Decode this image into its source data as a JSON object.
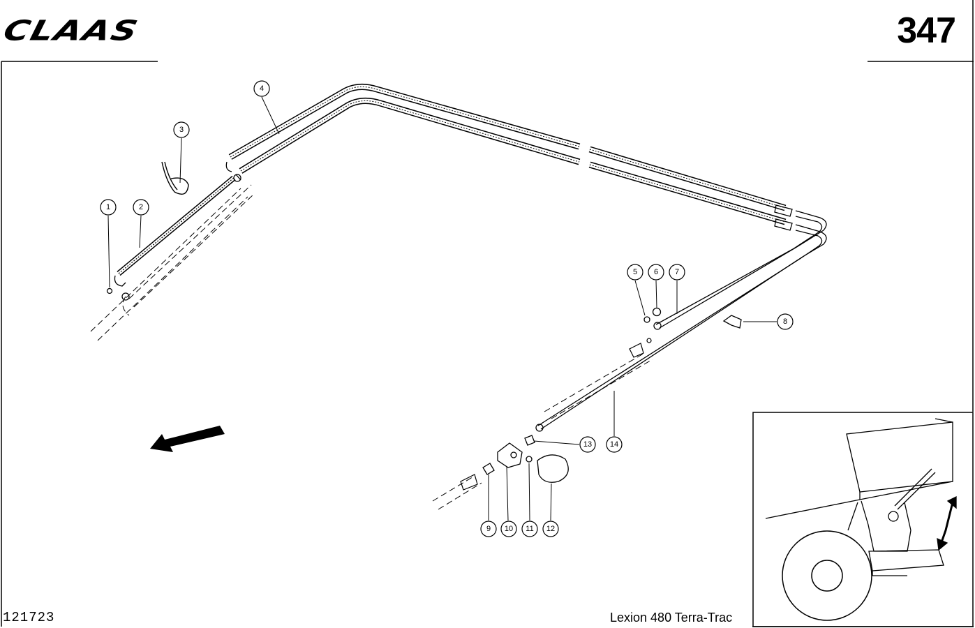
{
  "header": {
    "brand": "CLAAS",
    "page_number": "347"
  },
  "footer": {
    "drawing_id": "121723",
    "model": "Lexion 480 Terra-Trac"
  },
  "callouts": [
    "1",
    "2",
    "3",
    "4",
    "5",
    "6",
    "7",
    "8",
    "9",
    "10",
    "11",
    "12",
    "13",
    "14"
  ],
  "colors": {
    "ink": "#000000",
    "paper": "#ffffff"
  }
}
